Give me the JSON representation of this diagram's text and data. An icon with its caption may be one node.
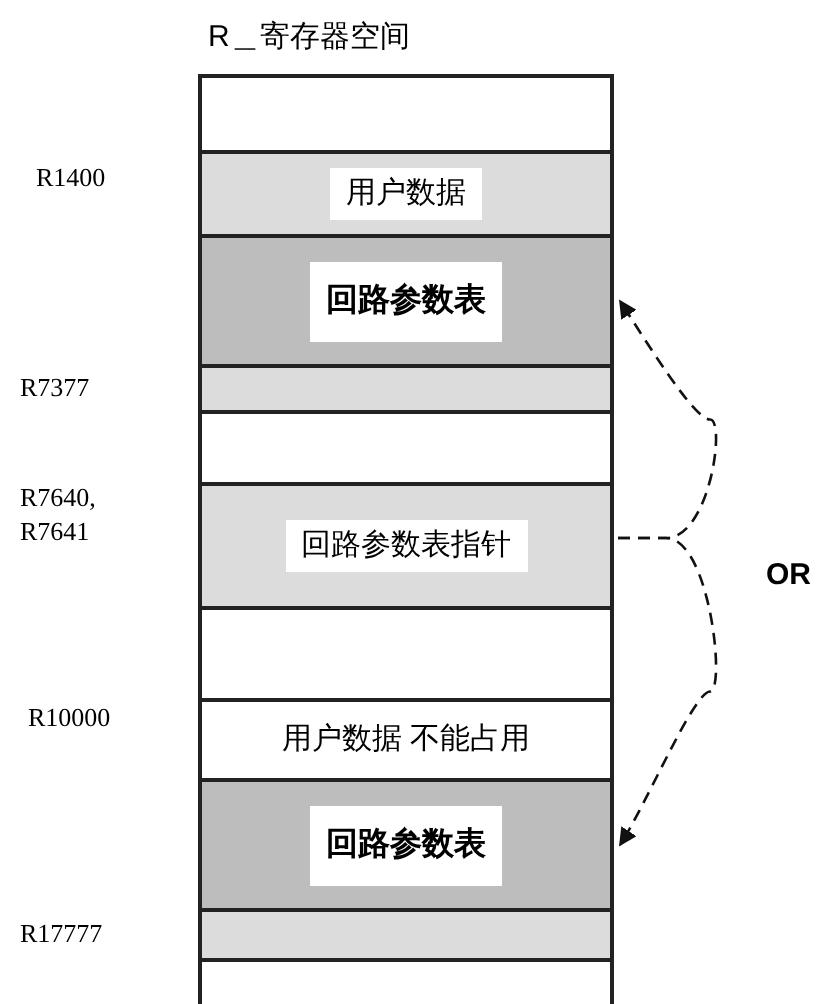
{
  "diagram": {
    "title": "R＿寄存器空间",
    "nodes": [
      {
        "text": [],
        "shape": "box"
      },
      {
        "text": [
          "用户数据"
        ]
      },
      {
        "text": [
          "回路参数表"
        ]
      },
      {
        "text": [],
        "shape": "box"
      },
      {
        "text": [],
        "shape": "box"
      },
      {
        "text": [
          "回路参数表指针"
        ]
      },
      {
        "text": [],
        "shape": "box"
      },
      {
        "text": [
          "用户数据 不能占用"
        ]
      },
      {
        "text": [
          "回路参数表"
        ]
      },
      {
        "text": [],
        "shape": "box"
      },
      {
        "text": [],
        "shape": "box"
      }
    ],
    "edges": [
      {
        "from": 5,
        "to": 2,
        "arrow": "to",
        "style": "dashed"
      },
      {
        "from": 5,
        "to": 8,
        "arrow": "to",
        "style": "dashed"
      }
    ],
    "labels": [
      "R1400",
      "R7377",
      "R7640, R7641",
      "R10000",
      "R17777",
      "OR"
    ]
  }
}
